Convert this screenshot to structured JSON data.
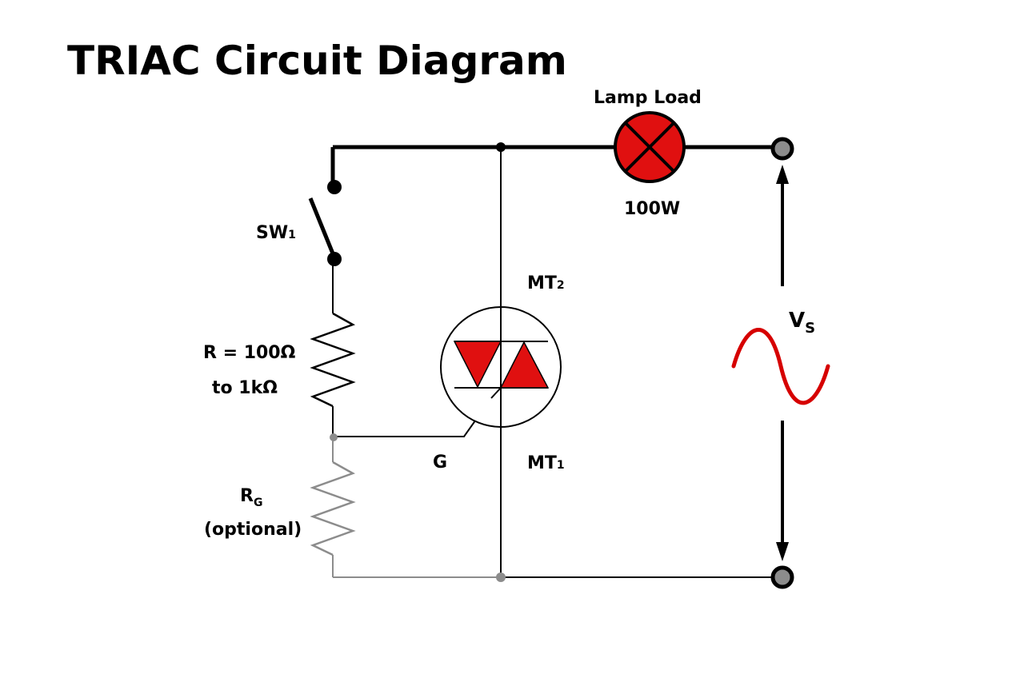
{
  "title": "TRIAC Circuit Diagram",
  "labels": {
    "lamp_load": "Lamp Load",
    "lamp_power": "100W",
    "switch": "SW",
    "switch_sub": "1",
    "resistor_line1": "R = 100Ω",
    "resistor_line2": "to 1kΩ",
    "gate_resistor": "R",
    "gate_resistor_sub": "G",
    "gate_resistor_note": "(optional)",
    "gate": "G",
    "mt2": "MT",
    "mt2_sub": "2",
    "mt1": "MT",
    "mt1_sub": "1",
    "source": "V",
    "source_sub": "S"
  },
  "colors": {
    "wire": "#000000",
    "optional_wire": "#8c8c8c",
    "triac_fill": "#e01010",
    "lamp_fill": "#e01010",
    "sine_wave": "#d60000",
    "terminal_fill": "#8c8c8c"
  },
  "icons": {
    "lamp": "lamp-symbol",
    "switch": "spst-switch-symbol",
    "resistor": "zigzag-resistor-symbol",
    "triac": "triac-symbol",
    "source": "ac-sine-source-symbol"
  }
}
